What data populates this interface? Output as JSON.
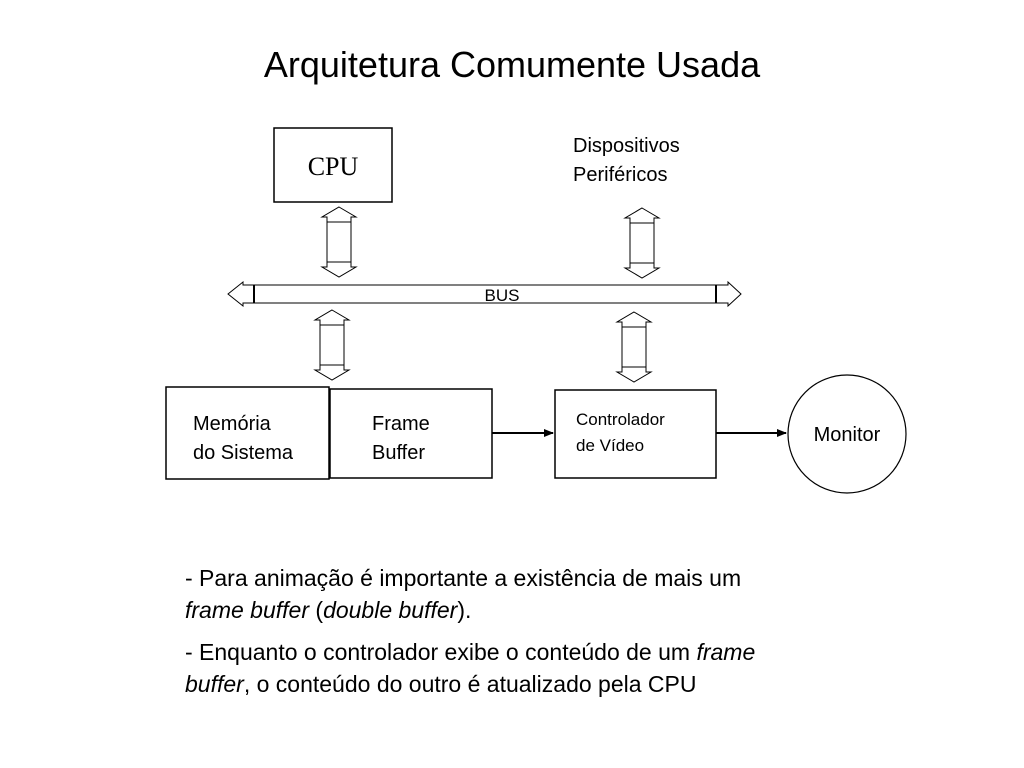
{
  "title": "Arquitetura Comumente Usada",
  "diagram": {
    "cpu": "CPU",
    "peripherals": [
      "Dispositivos",
      "Periféricos"
    ],
    "bus": "BUS",
    "memory": [
      "Memória",
      "do Sistema"
    ],
    "frame_buffer": [
      "Frame",
      "Buffer"
    ],
    "controller": [
      "Controlador",
      "de Vídeo"
    ],
    "monitor": "Monitor"
  },
  "bullets": [
    {
      "a": "- Para animação é importante a existência de mais um",
      "b": "frame buffer",
      "c": " (",
      "d": "double buffer",
      "e": ")."
    },
    {
      "a": "- Enquanto o controlador  exibe o conteúdo de um ",
      "b": "frame",
      "c": "buffer",
      "d": ", o conteúdo do outro é atualizado pela CPU"
    }
  ]
}
